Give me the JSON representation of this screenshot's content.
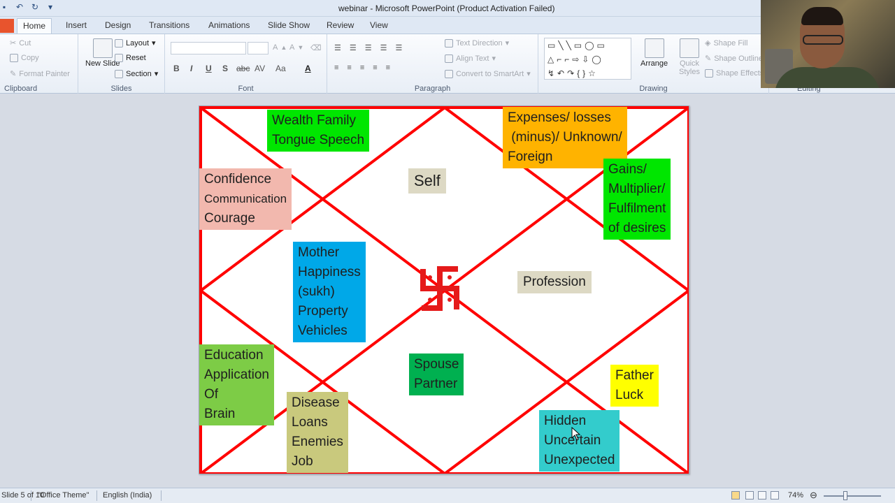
{
  "window": {
    "title": "webinar - Microsoft PowerPoint (Product Activation Failed)"
  },
  "tabs": [
    {
      "label": "Home",
      "active": true
    },
    {
      "label": "Insert"
    },
    {
      "label": "Design"
    },
    {
      "label": "Transitions"
    },
    {
      "label": "Animations"
    },
    {
      "label": "Slide Show"
    },
    {
      "label": "Review"
    },
    {
      "label": "View"
    }
  ],
  "ribbon": {
    "clipboard": {
      "label": "Clipboard",
      "cut": "Cut",
      "copy": "Copy",
      "format_painter": "Format Painter"
    },
    "slides": {
      "label": "Slides",
      "new_slide": "New Slide",
      "layout": "Layout",
      "reset": "Reset",
      "section": "Section"
    },
    "font": {
      "label": "Font",
      "bold": "B",
      "italic": "I",
      "underline": "U",
      "strike": "S",
      "abc": "abc",
      "spacing": "AV",
      "case": "Aa"
    },
    "paragraph": {
      "label": "Paragraph",
      "text_direction": "Text Direction",
      "align_text": "Align Text",
      "smartart": "Convert to SmartArt"
    },
    "drawing": {
      "label": "Drawing",
      "arrange": "Arrange",
      "quick_styles": "Quick Styles",
      "shape_fill": "Shape Fill",
      "shape_outline": "Shape Outline",
      "shape_effects": "Shape Effects"
    },
    "editing": {
      "label": "Editing"
    }
  },
  "slide": {
    "houses": {
      "h2": {
        "lines": [
          "Wealth Family",
          "Tongue Speech"
        ],
        "bg": "#00e600"
      },
      "h12": {
        "lines": [
          "Expenses/ losses",
          " (minus)/ Unknown/",
          "Foreign"
        ],
        "bg": "#ffb300"
      },
      "h3": {
        "lines": [
          "Confidence",
          "Communication",
          "Courage"
        ],
        "bg": "#f2b8ae"
      },
      "h1": {
        "lines": [
          "Self"
        ],
        "bg": "#ddd9c4"
      },
      "h11": {
        "lines": [
          "Gains/",
          "Multiplier/",
          "Fulfilment",
          "of desires"
        ],
        "bg": "#00e600"
      },
      "h4": {
        "lines": [
          "Mother",
          "Happiness",
          "(sukh)",
          "Property",
          "Vehicles"
        ],
        "bg": "#00a8e8"
      },
      "h10": {
        "lines": [
          "Profession"
        ],
        "bg": "#ddd9c4"
      },
      "h5": {
        "lines": [
          "Education",
          "Application",
          "Of",
          "Brain"
        ],
        "bg": "#7dcc46"
      },
      "h7": {
        "lines": [
          "Spouse",
          "Partner"
        ],
        "bg": "#00b050"
      },
      "h9": {
        "lines": [
          "Father",
          "Luck"
        ],
        "bg": "#ffff00"
      },
      "h6": {
        "lines": [
          "Disease",
          "Loans",
          "Enemies",
          "Job"
        ],
        "bg": "#c9c97d"
      },
      "h8": {
        "lines": [
          "Hidden",
          "Uncertain",
          "Unexpected"
        ],
        "bg": "#33cccc"
      }
    },
    "line_color": "#ff0000"
  },
  "status": {
    "slide_num": "5 of 10",
    "theme": "\"Office Theme\"",
    "language": "English (India)",
    "zoom": "74%"
  }
}
